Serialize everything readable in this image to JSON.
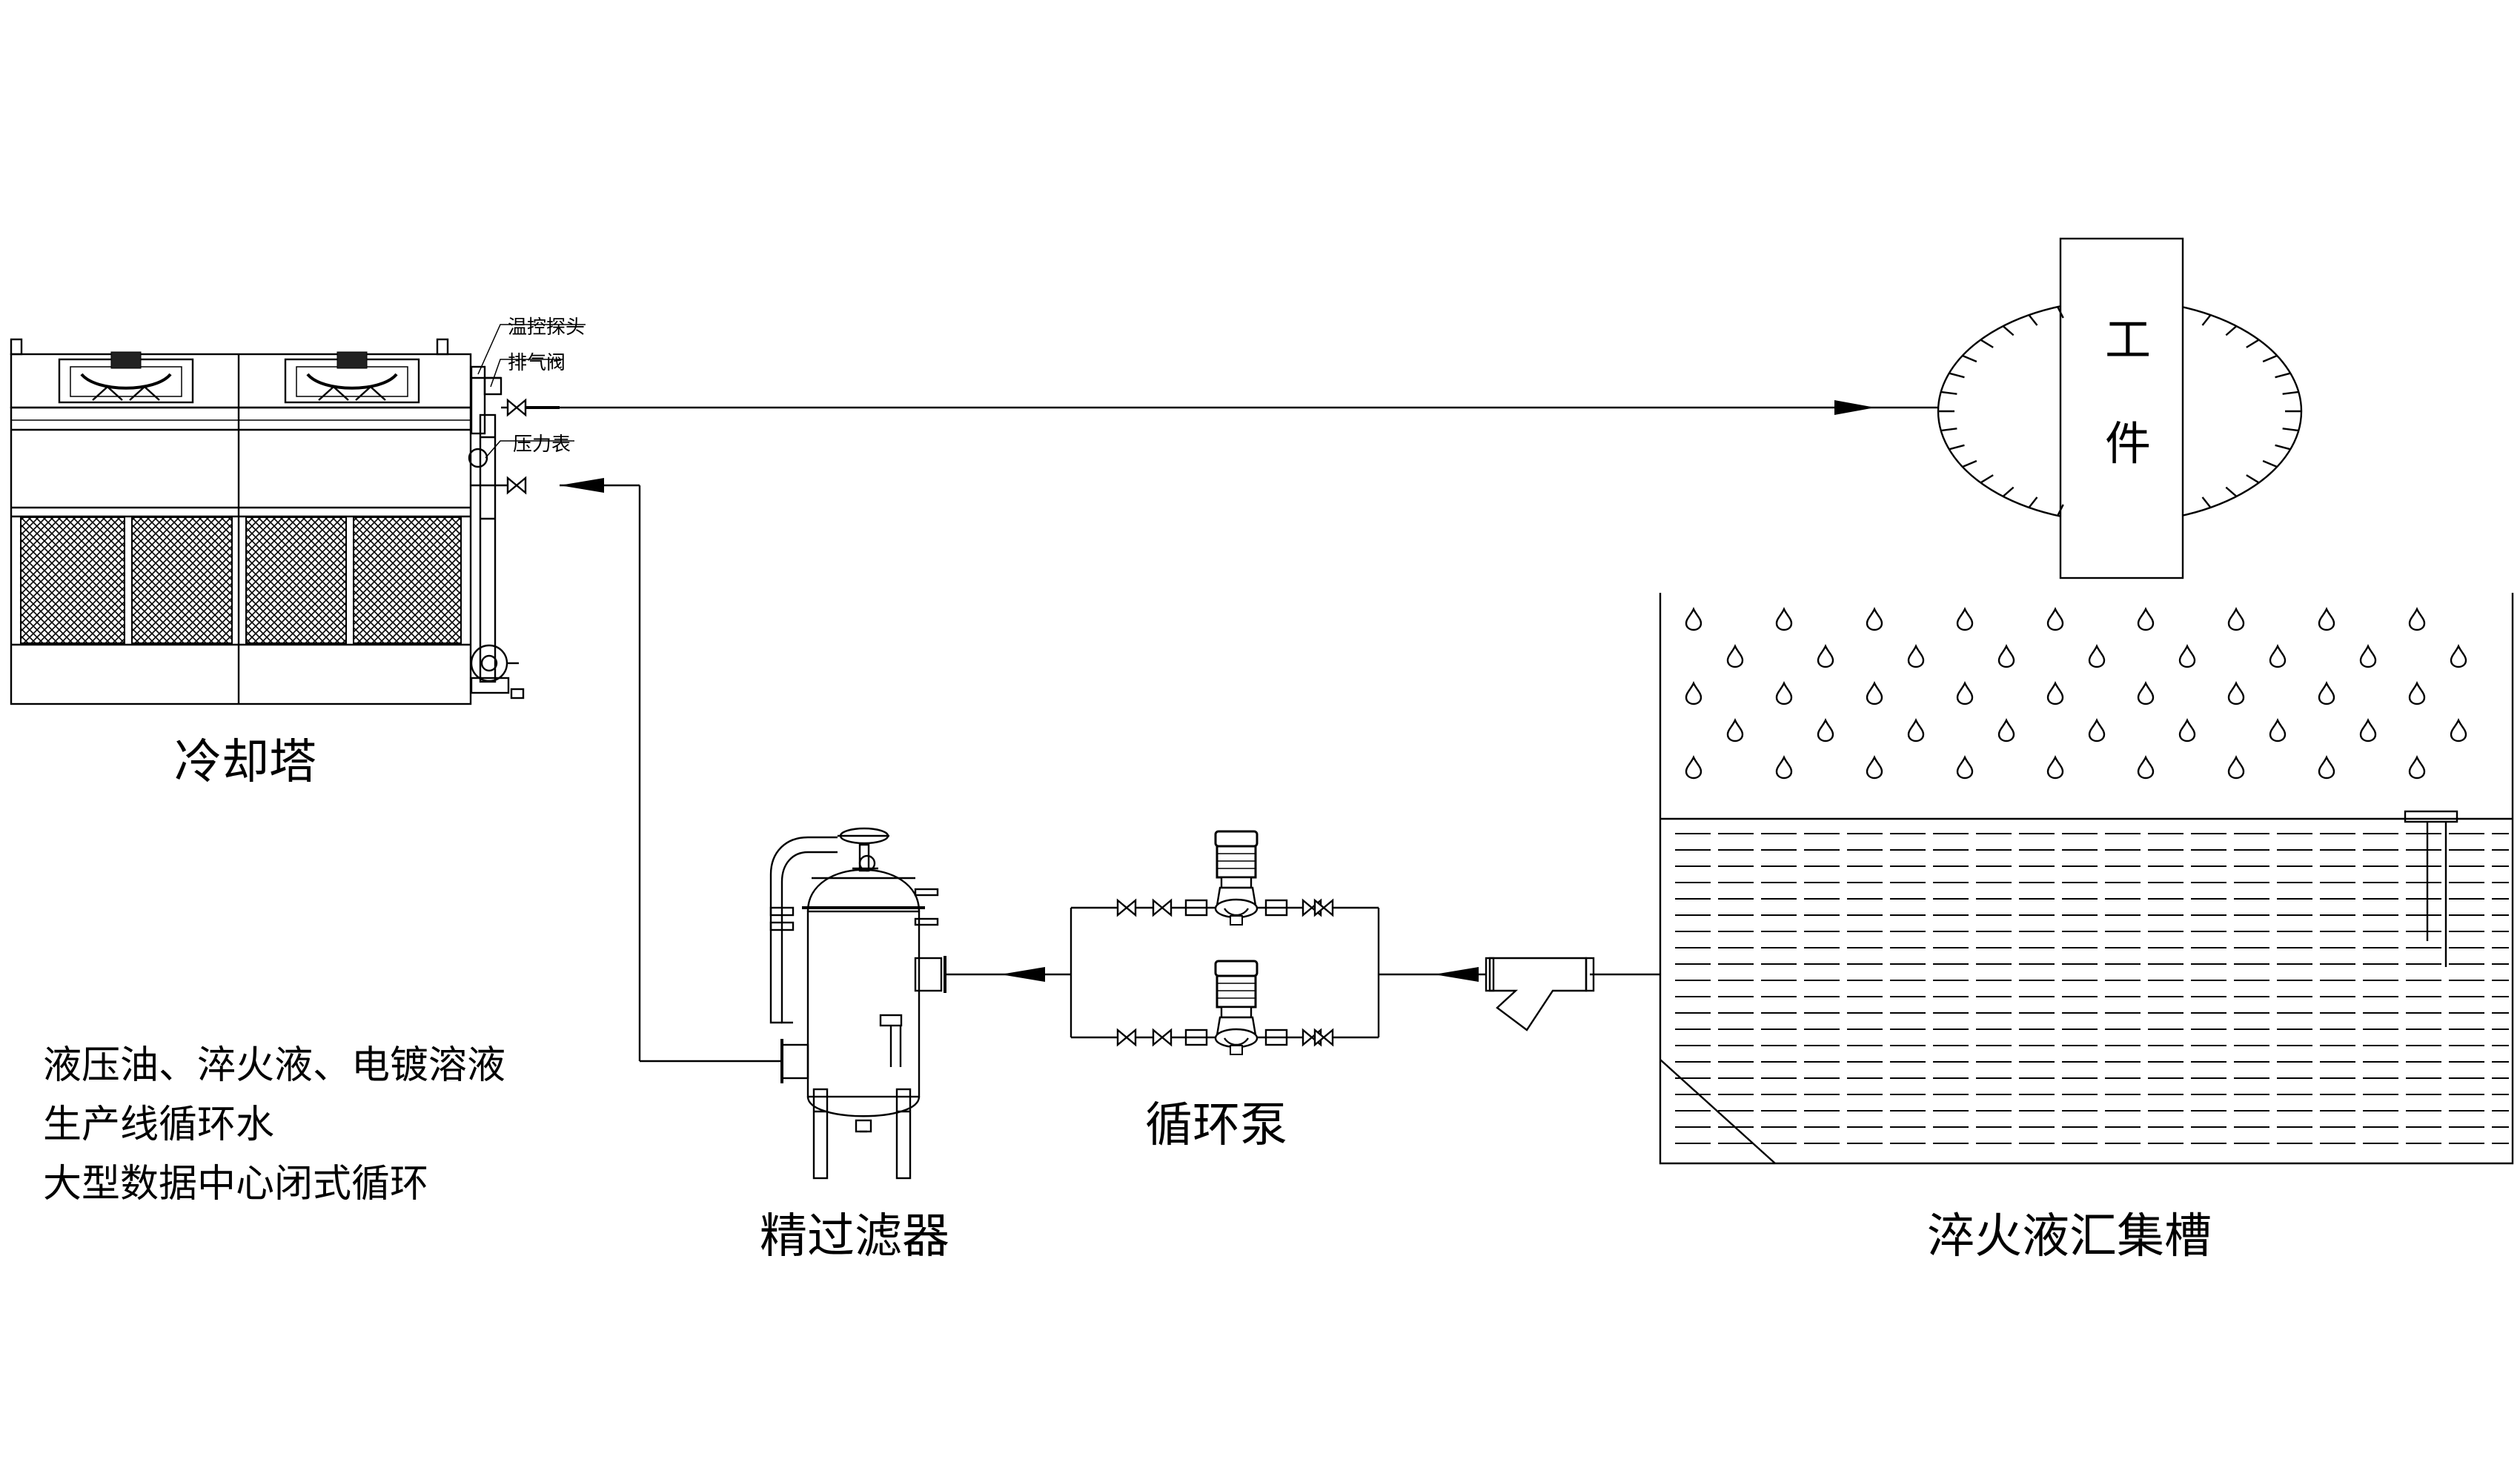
{
  "labels": {
    "cooling_tower": "冷却塔",
    "temp_probe": "温控探头",
    "vent_valve": "排气阀",
    "pressure_gauge": "压力表",
    "workpiece_char1": "工",
    "workpiece_char2": "件",
    "fine_filter": "精过滤器",
    "circulation_pump": "循环泵",
    "quench_tank": "淬火液汇集槽"
  },
  "applications": [
    "液压油、淬火液、电镀溶液",
    "生产线循环水",
    "大型数据中心闭式循环"
  ],
  "colors": {
    "line": "#000000",
    "background": "#ffffff",
    "mesh": "#000000"
  }
}
